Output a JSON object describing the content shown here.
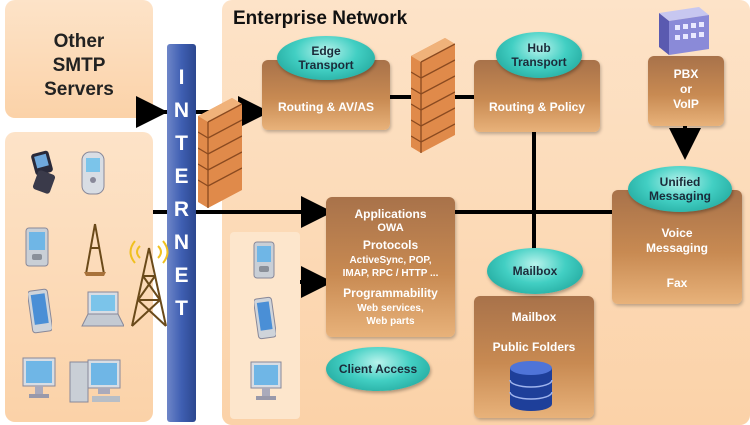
{
  "enterprise_title": "Enterprise Network",
  "other_smtp": [
    "Other",
    "SMTP",
    "Servers"
  ],
  "internet_letters": [
    "I",
    "N",
    "T",
    "E",
    "R",
    "N",
    "E",
    "T"
  ],
  "edge": {
    "oval": [
      "Edge",
      "Transport"
    ],
    "label": "Routing & AV/AS"
  },
  "hub": {
    "oval": [
      "Hub",
      "Transport"
    ],
    "label": "Routing & Policy"
  },
  "pbx": [
    "PBX",
    "or",
    "VoIP"
  ],
  "unified": {
    "oval": [
      "Unified",
      "Messaging"
    ],
    "lines": [
      "Voice",
      "Messaging"
    ],
    "fax": "Fax"
  },
  "client_access": {
    "applications": "Applications",
    "owa": "OWA",
    "protocols": "Protocols",
    "protocols_list": [
      "ActiveSync, POP,",
      "IMAP, RPC / HTTP ..."
    ],
    "programmability": "Programmability",
    "prog_list": [
      "Web services,",
      "Web parts"
    ],
    "oval": "Client Access"
  },
  "mailbox": {
    "oval": "Mailbox",
    "lines": [
      "Mailbox",
      "Public Folders"
    ]
  },
  "colors": {
    "peach": "#fbd9b6",
    "internet": "#3f5fb2",
    "teal": "#2ec0b4",
    "brown": "#b57b4f"
  }
}
